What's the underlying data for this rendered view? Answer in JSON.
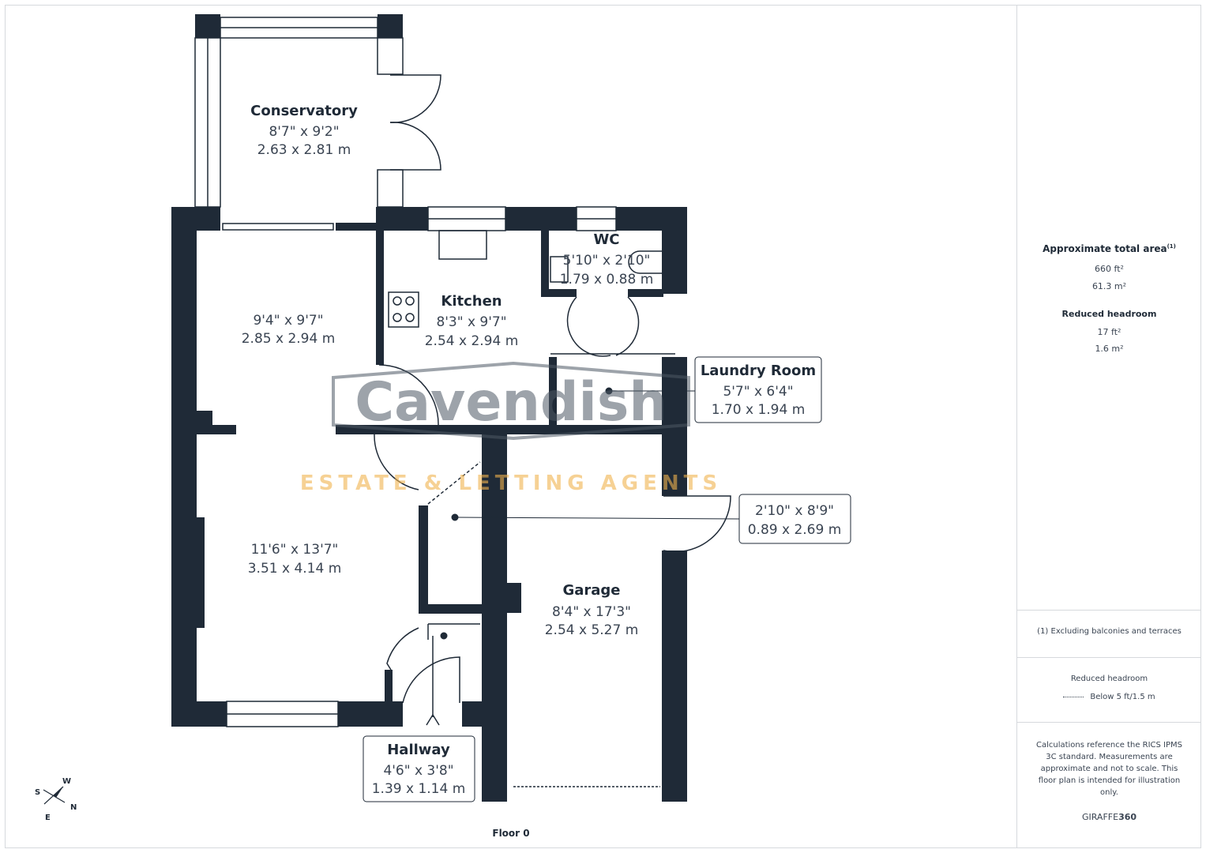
{
  "floor_label": "Floor 0",
  "watermark": {
    "name": "Cavendish",
    "tagline": "ESTATE & LETTING AGENTS"
  },
  "rooms": {
    "conservatory": {
      "name": "Conservatory",
      "imperial": "8'7\" x 9'2\"",
      "metric": "2.63 x 2.81 m"
    },
    "dining": {
      "name": "",
      "imperial": "9'4\" x 9'7\"",
      "metric": "2.85 x 2.94 m"
    },
    "kitchen": {
      "name": "Kitchen",
      "imperial": "8'3\" x 9'7\"",
      "metric": "2.54 x 2.94 m"
    },
    "wc": {
      "name": "WC",
      "imperial": "5'10\" x 2'10\"",
      "metric": "1.79 x 0.88 m"
    },
    "laundry": {
      "name": "Laundry Room",
      "imperial": "5'7\" x 6'4\"",
      "metric": "1.70 x 1.94 m"
    },
    "store": {
      "name": "",
      "imperial": "2'10\" x 8'9\"",
      "metric": "0.89 x 2.69 m"
    },
    "living": {
      "name": "",
      "imperial": "11'6\" x 13'7\"",
      "metric": "3.51 x 4.14 m"
    },
    "garage": {
      "name": "Garage",
      "imperial": "8'4\" x 17'3\"",
      "metric": "2.54 x 5.27 m"
    },
    "hallway": {
      "name": "Hallway",
      "imperial": "4'6\" x 3'8\"",
      "metric": "1.39 x 1.14 m"
    }
  },
  "compass": {
    "w": "W",
    "s": "S",
    "e": "E",
    "n": "N"
  },
  "summary": {
    "total_label": "Approximate total area",
    "total_footnote_mark": "(1)",
    "total_ft": "660 ft²",
    "total_m": "61.3 m²",
    "reduced_label": "Reduced headroom",
    "reduced_ft": "17 ft²",
    "reduced_m": "1.6 m²"
  },
  "footnote": "(1) Excluding balconies and terraces",
  "legend": {
    "title": "Reduced headroom",
    "item": "Below 5 ft/1.5 m"
  },
  "disclaimer": "Calculations reference the RICS IPMS 3C standard. Measurements are approximate and not to scale. This floor plan is intended for illustration only.",
  "brand": {
    "prefix": "GIRAFFE",
    "suffix": "360"
  },
  "colors": {
    "wall": "#1f2a37",
    "text": "#1f2a37",
    "watermark_gold": "#f0b24c"
  }
}
